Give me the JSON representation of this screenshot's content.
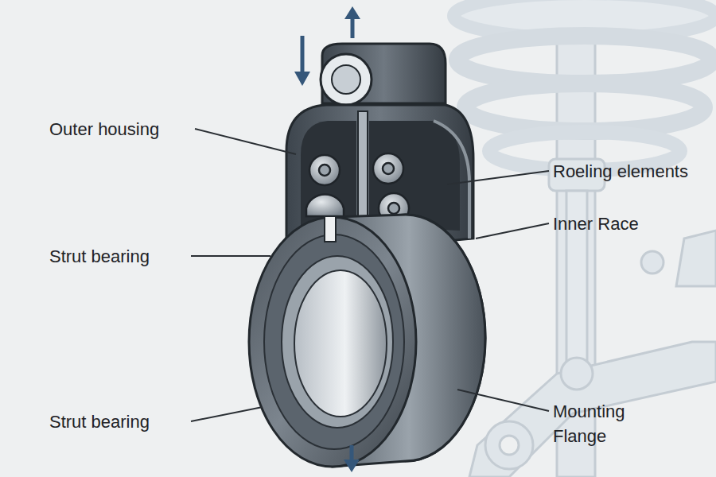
{
  "diagram": {
    "labels": [
      "Outer housing",
      "Roeling elements",
      "Inner Race",
      "Strut bearing",
      "Strut bearing",
      "Mounting Flange"
    ]
  }
}
